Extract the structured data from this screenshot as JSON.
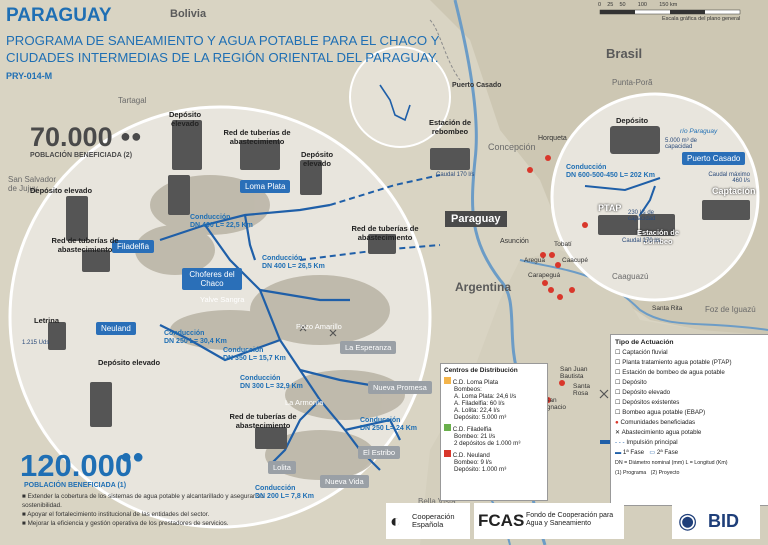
{
  "header": {
    "country": "PARAGUAY",
    "program": "PROGRAMA DE SANEAMIENTO Y AGUA POTABLE PARA EL CHACO Y CIUDADES INTERMEDIAS DE LA REGIÓN ORIENTAL DEL PARAGUAY.",
    "code": "PRY-014-M"
  },
  "stats": {
    "program_population": "70.000",
    "program_population_label": "POBLACIÓN BENEFICIADA (2)",
    "project_population": "120.000",
    "project_population_label": "POBLACIÓN BENEFICIADA (1)"
  },
  "objectives": [
    "Extender la cobertura de los sistemas de agua potable y alcantarillado y asegurar su sostenibilidad.",
    "Apoyar el fortalecimiento institucional de las entidades del sector.",
    "Mejorar la eficiencia y gestión operativa de los prestadores de servicios."
  ],
  "countries": {
    "bolivia": "Bolivia",
    "brasil": "Brasil",
    "paraguay": "Paraguay",
    "argentina": "Argentina"
  },
  "places": {
    "tartagal": "Tartagal",
    "san_salvador": "San Salvador de Jujuy",
    "concepcion": "Concepción",
    "horqueta": "Horqueta",
    "punta_pora": "Punta-Porã",
    "asuncion": "Asunción",
    "tobati": "Tobatí",
    "aregua": "Areguá",
    "caacupe": "Caacupé",
    "carapegua": "Carapeguá",
    "caaguazu": "Caaguazú",
    "san_juan": "San Juan Bautista",
    "santa_rosa": "Santa Rosa",
    "san_ignacio": "San Ignacio",
    "santa_rita": "Santa Rita",
    "foz": "Foz de Iguazú",
    "bella_vista": "Bella Vista",
    "rio_paraguay": "río Paraguay"
  },
  "chaco": {
    "filadelfia": "Filadelfia",
    "loma_plata": "Loma Plata",
    "choferes": "Choferes del Chaco",
    "neuland": "Neuland",
    "yalve_sangra": "Yalve Sangra",
    "pozo_amarillo": "Pozo Amarillo",
    "la_esperanza": "La Esperanza",
    "nueva_promesa": "Nueva Promesa",
    "la_armonia": "La Armonía",
    "el_estribo": "El Estribo",
    "lolita": "Lolita",
    "nueva_vida": "Nueva Vida",
    "deposito_elevado": "Depósito elevado",
    "red_tuberias": "Red de tuberías de abastecimiento",
    "letrina": "Letrina",
    "conduccion": "Conducción",
    "cond_400_22": "DN 400 L= 22,5 Km",
    "cond_400_26": "DN 400 L= 26,5 Km",
    "cond_250_30": "DN 250 L= 30,4 Km",
    "cond_350_15": "DN 350 L= 15,7 Km",
    "cond_300_32": "DN 300 L= 32,9 Km",
    "cond_250_24": "DN 250 L= 24 Km",
    "cond_200_7": "DN 200 L= 7,8 Km",
    "letrina_note": "1.215 Uds"
  },
  "north": {
    "puerto_casado": "Puerto Casado",
    "estacion_rebombeo": "Estación de rebombeo",
    "caudal_rebombeo": "Caudal 170 l/s"
  },
  "captacion": {
    "deposito": "Depósito",
    "puerto_casado": "Puerto Casado",
    "captacion": "Captación",
    "ptap": "PTAP",
    "estacion_bombeo": "Estación de bombeo",
    "conduccion": "Conducción",
    "dn": "DN 600-500-450 L= 202 Km",
    "capacidad": "5.000 m³ de capacidad",
    "caudal_max": "Caudal máximo 460 l/s",
    "ptap_cap": "230 l/s de capacidad",
    "caudal_bombeo": "Caudal 170 l/s"
  },
  "centers": {
    "title": "Centros de Distribución",
    "loma_plata": "C.D. Loma Plata",
    "loma_plata_detail": [
      "Bombeos:",
      "A. Loma Plata: 24,6 l/s",
      "A. Filadelfia: 60 l/s",
      "A. Lolita: 22,4 l/s",
      "Depósito: 5.000 m³"
    ],
    "filadelfia": "C.D. Filadelfia",
    "filadelfia_detail": [
      "Bombeo: 21 l/s",
      "2 depósitos de 1.000 m³"
    ],
    "neuland": "C.D. Neuland",
    "neuland_detail": [
      "Bombeo: 9 l/s",
      "Depósito: 1.000 m³"
    ]
  },
  "legend": {
    "title": "Tipo de Actuación",
    "items": [
      "Captación fluvial",
      "Planta tratamiento agua potable (PTAP)",
      "Estación de bombeo de agua potable",
      "Depósito",
      "Depósito elevado",
      "Depósitos existentes",
      "Bombeo agua potable (EBAP)",
      "Comunidades beneficiadas",
      "Abastecimiento agua potable",
      "Impulsión principal",
      "1ª Fase",
      "2ª Fase"
    ],
    "dn_note": "DN = Diámetro nominal (mm)   L = Longitud (Km)",
    "note_program": "(1) Programa",
    "note_project": "(2) Proyecto"
  },
  "scale": {
    "ticks": [
      "0",
      "25",
      "50",
      "100",
      "150"
    ],
    "unit": "km",
    "caption": "Escala gráfica del plano general"
  },
  "logos": {
    "cooperacion": "Cooperación Española",
    "fcas": "FCAS",
    "fcas_text": "Fondo de Cooperación para Agua y Saneamiento",
    "bid": "BID"
  },
  "colors": {
    "title_blue": "#1f6fb4",
    "pipe_blue": "#1f5fa8",
    "community_red": "#d9372b",
    "lomaplata_orange": "#f4b44a",
    "filadelfia_green": "#6ab04c",
    "neuland_red": "#d9372b"
  }
}
